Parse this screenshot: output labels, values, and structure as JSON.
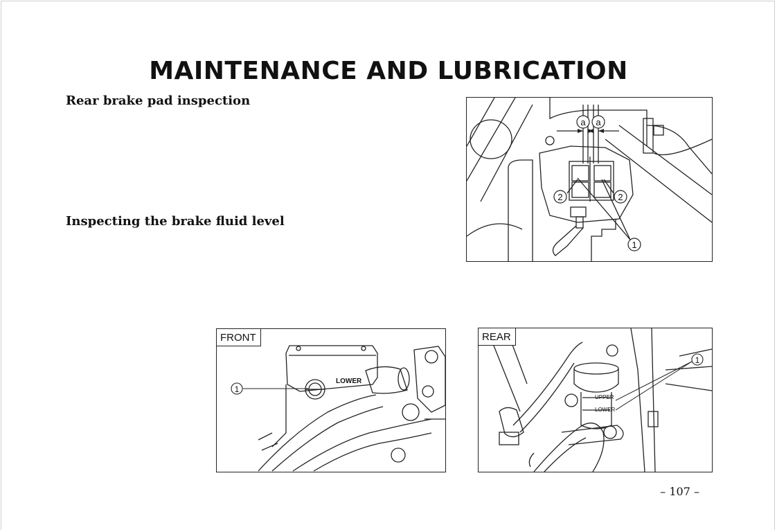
{
  "page": {
    "title": "MAINTENANCE AND LUBRICATION",
    "page_number": "– 107 –"
  },
  "sections": {
    "rear_brake_pad": "Rear brake pad inspection",
    "brake_fluid": "Inspecting the brake fluid level"
  },
  "figures": {
    "brake_pad": {
      "callout_a": "a",
      "callout_1": "1",
      "callout_2": "2"
    },
    "front_reservoir": {
      "label": "FRONT",
      "marking": "LOWER",
      "callout_1": "1"
    },
    "rear_reservoir": {
      "label": "REAR",
      "marking_upper": "UPPER",
      "marking_lower": "LOWER",
      "callout_1": "1"
    }
  }
}
